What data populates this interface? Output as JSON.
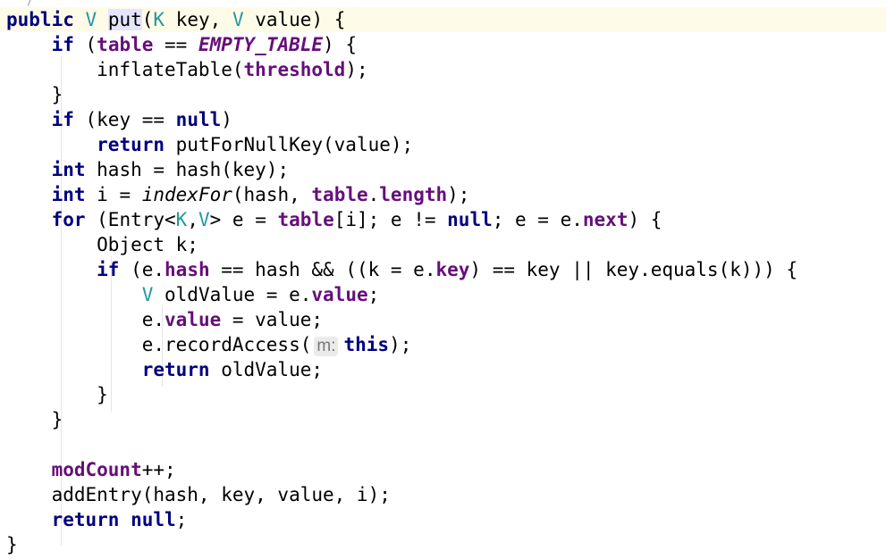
{
  "editor": {
    "language": "java",
    "lines": [
      "public V put(K key, V value) {",
      "if (table == EMPTY_TABLE) {",
      "inflateTable(threshold);",
      "}",
      "if (key == null)",
      "return putForNullKey(value);",
      "int hash = hash(key);",
      "int i = indexFor(hash, table.length);",
      "for (Entry<K,V> e = table[i]; e != null; e = e.next) {",
      "Object k;",
      "if (e.hash == hash && ((k = e.key) == key || key.equals(k))) {",
      "V oldValue = e.value;",
      "e.value = value;",
      "e.recordAccess( m: this);",
      "return oldValue;",
      "}",
      "}",
      "modCount++;",
      "addEntry(hash, key, value, i);",
      "return null;",
      "}"
    ],
    "hints": {
      "record_access_param": "m:"
    },
    "colors": {
      "keyword": "#000080",
      "type_param": "#20999d",
      "field": "#660e7a",
      "param_hint_bg": "#ebebeb",
      "current_line_bg": "#fffbe9",
      "caret_word_bg": "#e4e4ff"
    }
  }
}
